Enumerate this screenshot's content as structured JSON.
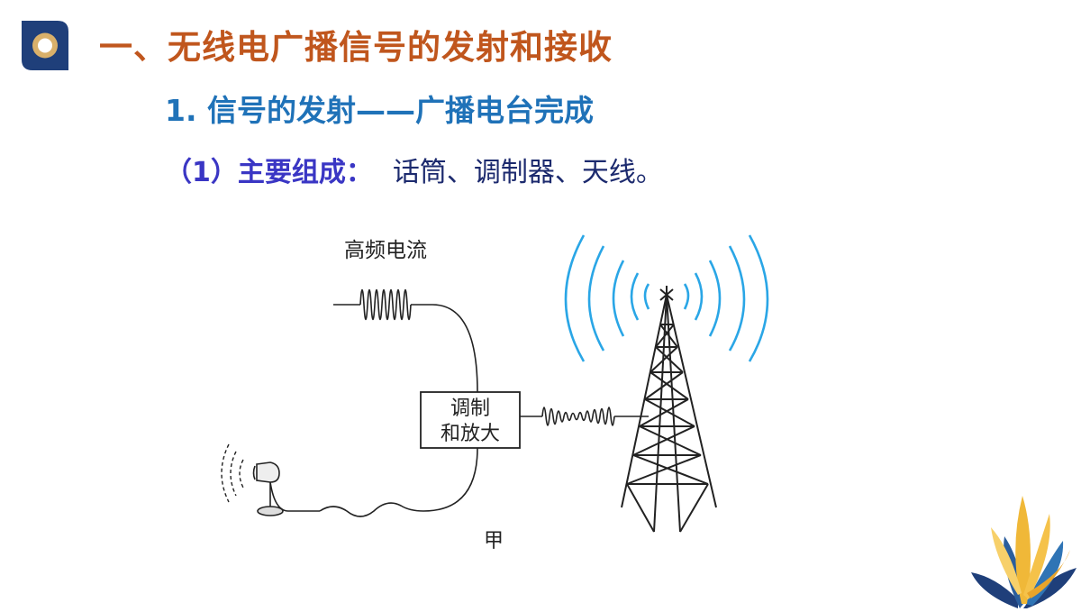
{
  "header": {
    "title": "一、无线电广播信号的发射和接收"
  },
  "section": {
    "heading": "1. 信号的发射——广播电台完成",
    "item_label": "（1）主要组成：",
    "item_content": "话筒、调制器、天线。"
  },
  "diagram": {
    "label_high_freq_current": "高频电流",
    "box_line1": "调制",
    "box_line2": "和放大",
    "caption": "甲"
  },
  "colors": {
    "title": "#c0561d",
    "subtitle": "#1f72b8",
    "label": "#3a36c4",
    "content": "#1c2a6e",
    "waves": "#2aa6e6",
    "logo_bg": "#1f3f7a",
    "logo_ring": "#d9b06a"
  }
}
